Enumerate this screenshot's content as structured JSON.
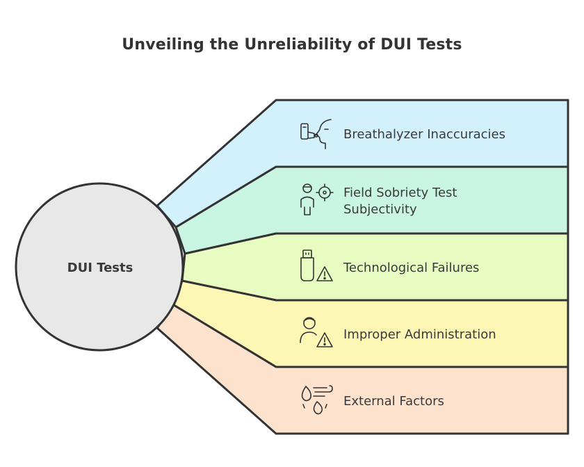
{
  "title": "Unveiling the Unreliability of DUI Tests",
  "hub": {
    "label": "DUI Tests",
    "color": "#e8e8e8"
  },
  "branches": [
    {
      "lines": [
        "Breathalyzer Inaccuracies"
      ],
      "color": "#d3f1fd",
      "icon": "breathalyzer-icon"
    },
    {
      "lines": [
        "Field Sobriety Test",
        "Subjectivity"
      ],
      "color": "#c9f5e3",
      "icon": "officer-target-icon"
    },
    {
      "lines": [
        "Technological Failures"
      ],
      "color": "#e8fcc2",
      "icon": "device-warning-icon"
    },
    {
      "lines": [
        "Improper Administration"
      ],
      "color": "#fdf7b5",
      "icon": "person-warning-icon"
    },
    {
      "lines": [
        "External Factors"
      ],
      "color": "#fde3cd",
      "icon": "weather-drops-icon"
    }
  ],
  "outline_color": "#333333"
}
